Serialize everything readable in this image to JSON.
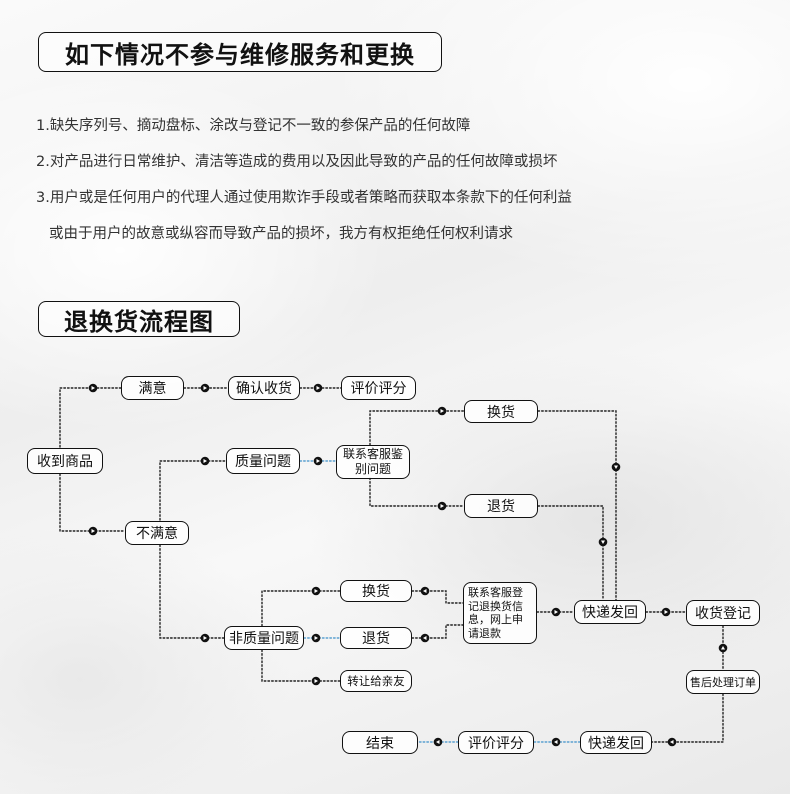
{
  "section1": {
    "title": "如下情况不参与维修服务和更换",
    "rules": [
      "1.缺失序列号、摘动盘标、涂改与登记不一致的参保产品的任何故障",
      "2.对产品进行日常维护、清洁等造成的费用以及因此导致的产品的任何故障或损坏",
      "3.用户或是任何用户的代理人通过使用欺诈手段或者策略而获取本条款下的任何利益",
      "或由于用户的故意或纵容而导致产品的损坏，我方有权拒绝任何权利请求"
    ]
  },
  "section2": {
    "title": "退换货流程图"
  },
  "flow": {
    "received": "收到商品",
    "satisfied": "满意",
    "confirm_receipt": "确认收货",
    "rate": "评价评分",
    "exchange_top": "换货",
    "contact_cs_identify": "联系客服鉴别问题",
    "quality_issue": "质量问题",
    "return_mid": "退货",
    "unsatisfied": "不满意",
    "exchange_bottom": "换货",
    "contact_cs_register": "联系客服登记退换货信息，网上申请退款",
    "express_return": "快递发回",
    "receive_register": "收货登记",
    "non_quality_issue": "非质量问题",
    "return_bottom": "退货",
    "transfer_friends": "转让给亲友",
    "after_sale_order": "售后处理订单",
    "end": "结束",
    "rate_final": "评价评分",
    "express_send_back": "快递发回"
  },
  "colors": {
    "line": "#222222",
    "blue_dots": "#5aa0d0"
  }
}
